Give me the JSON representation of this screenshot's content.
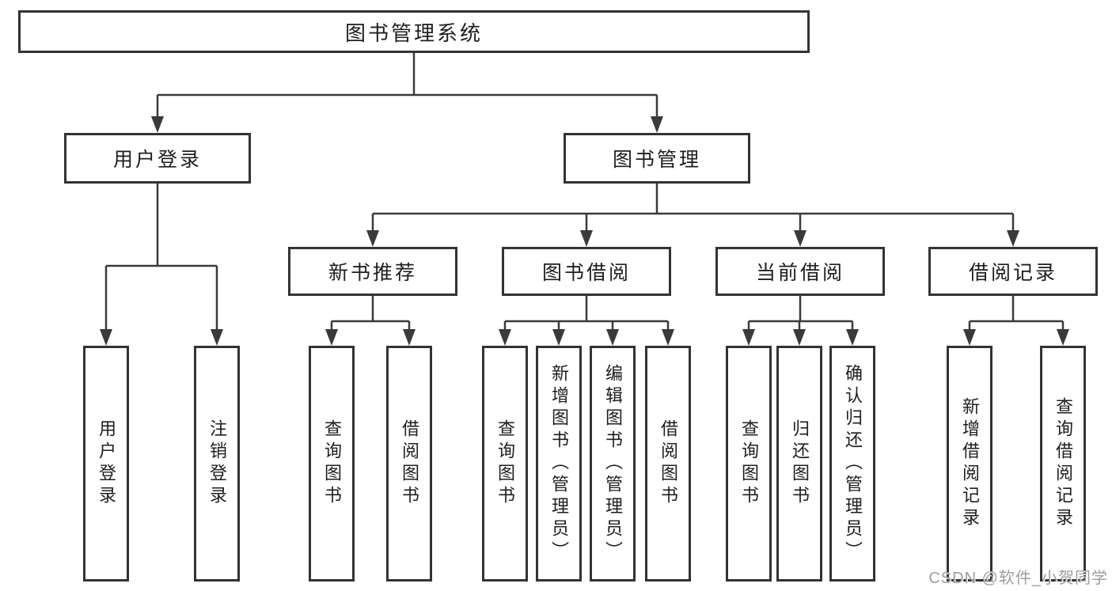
{
  "diagram": {
    "watermark": "CSDN @软件_小贺同学",
    "colors": {
      "line": "#3a3a3a",
      "border": "#333333",
      "text": "#1e1e1e",
      "watermark": "#9d9d9d",
      "background": "#ffffff"
    },
    "tree": {
      "label": "图书管理系统",
      "children": [
        {
          "label": "用户登录",
          "children": [
            {
              "label": "用户登录"
            },
            {
              "label": "注销登录"
            }
          ]
        },
        {
          "label": "图书管理",
          "children": [
            {
              "label": "新书推荐",
              "children": [
                {
                  "label": "查询图书"
                },
                {
                  "label": "借阅图书"
                }
              ]
            },
            {
              "label": "图书借阅",
              "children": [
                {
                  "label": "查询图书"
                },
                {
                  "label": "新增图书（管理员）"
                },
                {
                  "label": "编辑图书（管理员）"
                },
                {
                  "label": "借阅图书"
                }
              ]
            },
            {
              "label": "当前借阅",
              "children": [
                {
                  "label": "查询图书"
                },
                {
                  "label": "归还图书"
                },
                {
                  "label": "确认归还（管理员）"
                }
              ]
            },
            {
              "label": "借阅记录",
              "children": [
                {
                  "label": "新增借阅记录"
                },
                {
                  "label": "查询借阅记录"
                }
              ]
            }
          ]
        }
      ]
    }
  }
}
